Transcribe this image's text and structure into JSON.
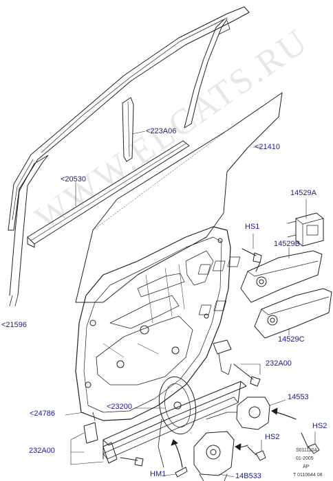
{
  "watermark": "WWW.ELCATS.RU",
  "callouts": {
    "c223A06": "<223A06",
    "c21410": "<21410",
    "c20530": "<20530",
    "c14529A": "14529A",
    "cHS1": "HS1",
    "c14529B": "14529B",
    "c21596": "<21596",
    "c14529C": "14529C",
    "c232A00_right": "232A00",
    "c23200": "<23200",
    "c14553": "14553",
    "c24786": "<24786",
    "cHS2_right": "HS2",
    "c232A00_left": "232A00",
    "cHS2_lower": "HS2",
    "cHM1": "HM1",
    "c14B533": "14B533"
  },
  "codes": {
    "line1": "S011110A",
    "line2": "01-2005",
    "line3": "AP",
    "line4": "T 0110644 08"
  },
  "colors": {
    "callout_text": "#1a1a8c",
    "line_art": "#1f1f1f"
  }
}
